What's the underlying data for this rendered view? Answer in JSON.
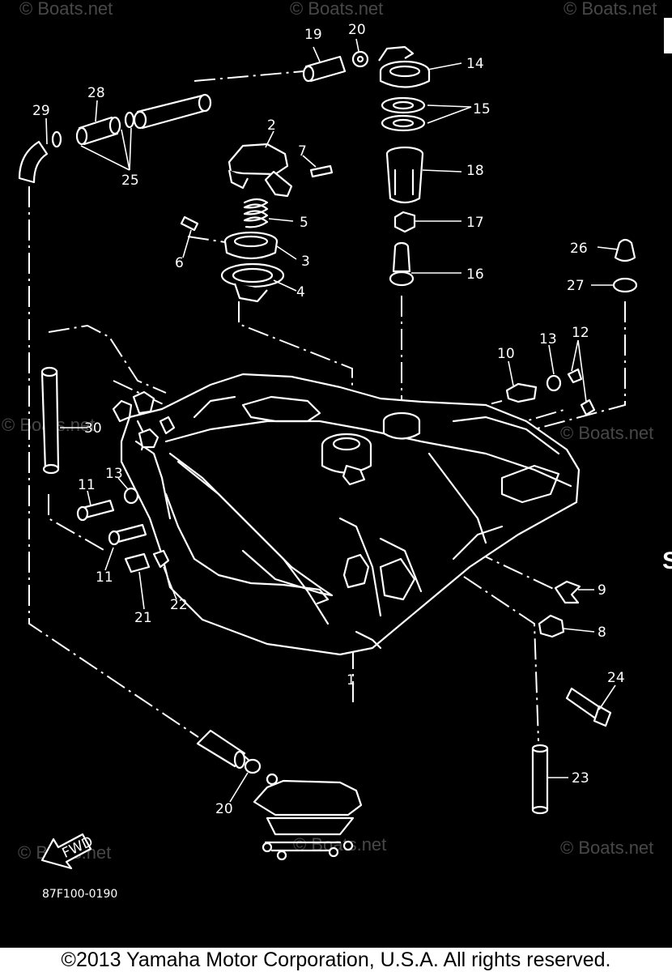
{
  "diagram": {
    "code": "87F100-0190",
    "fwd_label": "FWD",
    "edge_letter": "S",
    "watermark": "© Boats.net",
    "callouts": [
      "1",
      "2",
      "3",
      "4",
      "5",
      "6",
      "7",
      "8",
      "9",
      "10",
      "11",
      "11",
      "12",
      "13",
      "13",
      "14",
      "15",
      "16",
      "17",
      "18",
      "19",
      "20",
      "20",
      "21",
      "22",
      "23",
      "24",
      "25",
      "26",
      "27",
      "28",
      "29",
      "30"
    ]
  },
  "footer": {
    "copyright": "©2013 Yamaha Motor Corporation, U.S.A. All rights reserved."
  }
}
